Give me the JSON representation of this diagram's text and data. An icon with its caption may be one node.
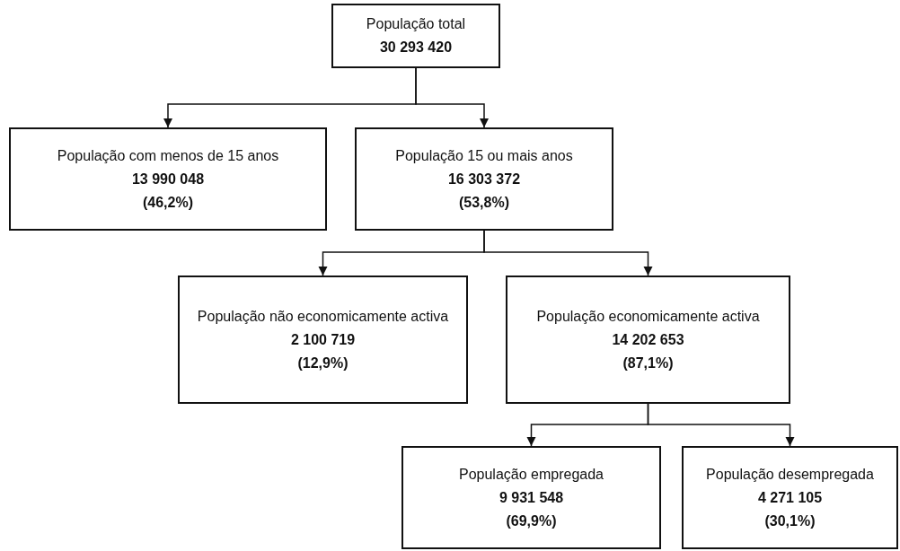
{
  "diagram": {
    "nodes": [
      {
        "text": [
          "População total",
          "30 293 420"
        ]
      },
      {
        "text": [
          "População com menos de 15 anos",
          "13 990 048",
          "(46,2%)"
        ]
      },
      {
        "text": [
          "População 15 ou mais anos",
          "16 303 372",
          "(53,8%)"
        ]
      },
      {
        "text": [
          "População não economicamente activa",
          "2 100 719",
          "(12,9%)"
        ]
      },
      {
        "text": [
          "População economicamente activa",
          "14 202 653",
          "(87,1%)"
        ]
      },
      {
        "text": [
          "População empregada",
          "9 931 548",
          "(69,9%)"
        ]
      },
      {
        "text": [
          "População desempregada",
          "4 271 105",
          "(30,1%)"
        ]
      }
    ],
    "edges": [
      {
        "from": 0,
        "to": 1,
        "arrow": "to"
      },
      {
        "from": 0,
        "to": 2,
        "arrow": "to"
      },
      {
        "from": 2,
        "to": 3,
        "arrow": "to"
      },
      {
        "from": 2,
        "to": 4,
        "arrow": "to"
      },
      {
        "from": 4,
        "to": 5,
        "arrow": "to"
      },
      {
        "from": 4,
        "to": 6,
        "arrow": "to"
      }
    ]
  }
}
